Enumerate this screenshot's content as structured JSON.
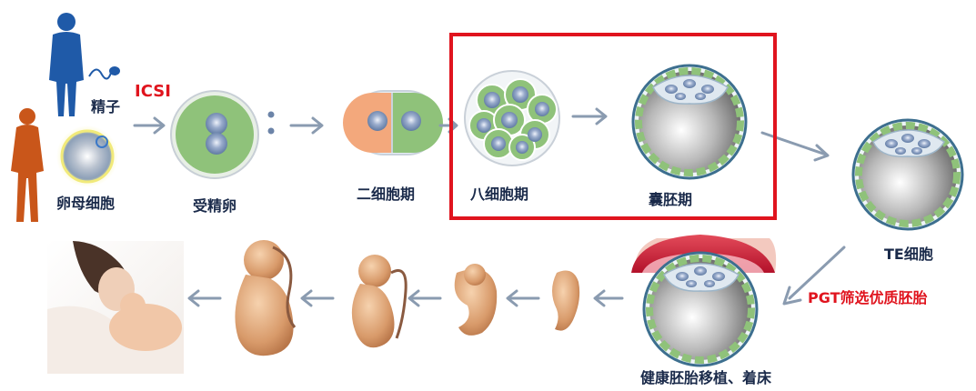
{
  "labels": {
    "sperm": "精子",
    "icsi": "ICSI",
    "oocyte": "卵母细胞",
    "zygote": "受精卵",
    "two_cell": "二细胞期",
    "eight_cell": "八细胞期",
    "blastocyst": "囊胚期",
    "te_cells": "TE细胞",
    "pgt": "PGT筛选优质胚胎",
    "implant": "健康胚胎移植、着床"
  },
  "colors": {
    "accent_red": "#e0141e",
    "arrow": "#8a9bb0",
    "male": "#1f5aa8",
    "female": "#c9561a",
    "cytoplasm_green": "#8fc27a",
    "cell_orange": "#f3a87c",
    "nucleus_blue": "#7d93b8",
    "endometrium": "#d9233a"
  },
  "icons": [
    "male-figure-icon",
    "female-figure-icon",
    "sperm-icon",
    "mother-baby-photo",
    "fetus-icon",
    "embryo-icon"
  ]
}
